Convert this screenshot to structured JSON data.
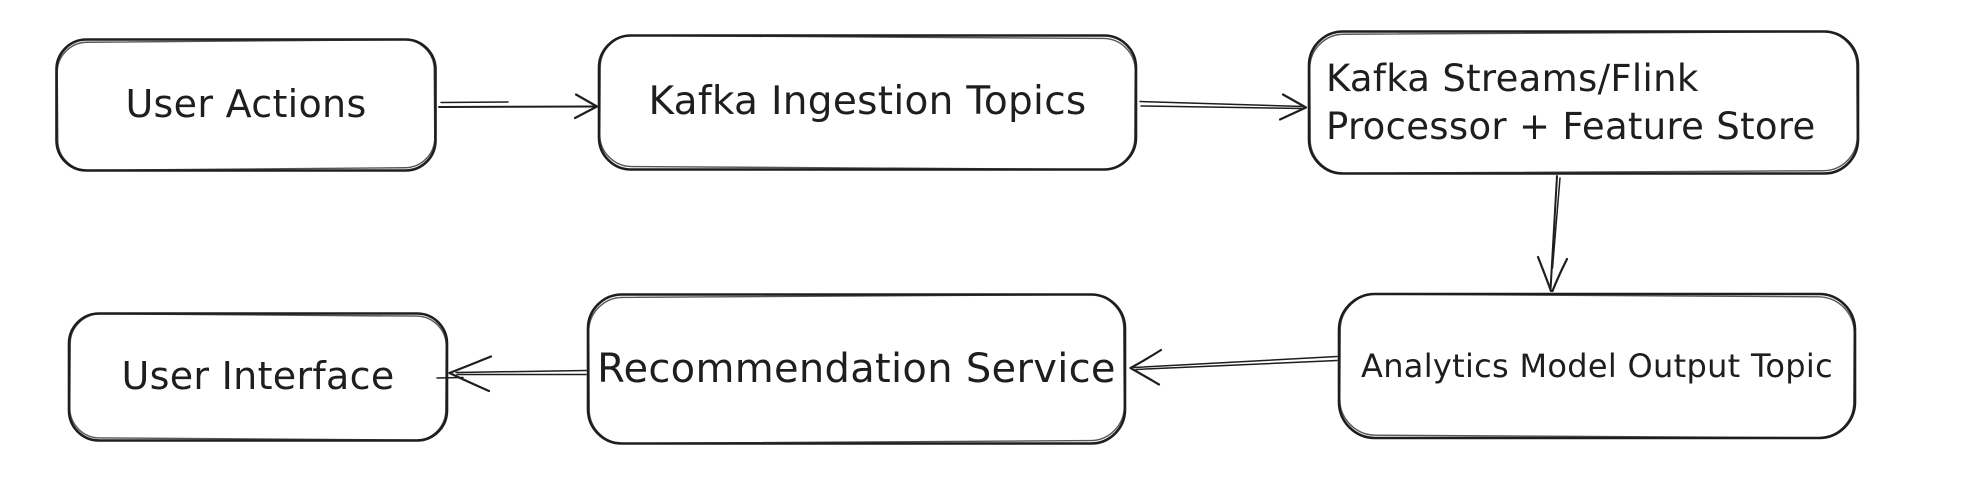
{
  "diagram": {
    "colors": {
      "stroke": "#1e1e1e",
      "background": "#ffffff",
      "text": "#1e1e1e"
    },
    "style": "hand-drawn-sketch",
    "nodes": [
      {
        "id": "user-actions",
        "label": "User Actions"
      },
      {
        "id": "kafka-ingestion-topics",
        "label": "Kafka Ingestion Topics"
      },
      {
        "id": "kafka-streams-flink-processor-feature-store",
        "label": "Kafka Streams/Flink Processor + Feature Store",
        "lines": [
          "Kafka Streams/Flink",
          "Processor + Feature Store"
        ]
      },
      {
        "id": "analytics-model-output-topic",
        "label": "Analytics Model Output Topic"
      },
      {
        "id": "recommendation-service",
        "label": "Recommendation Service"
      },
      {
        "id": "user-interface",
        "label": "User Interface"
      }
    ],
    "edges": [
      {
        "from": "user-actions",
        "to": "kafka-ingestion-topics",
        "direction": "right"
      },
      {
        "from": "kafka-ingestion-topics",
        "to": "kafka-streams-flink-processor-feature-store",
        "direction": "right"
      },
      {
        "from": "kafka-streams-flink-processor-feature-store",
        "to": "analytics-model-output-topic",
        "direction": "down"
      },
      {
        "from": "analytics-model-output-topic",
        "to": "recommendation-service",
        "direction": "left"
      },
      {
        "from": "recommendation-service",
        "to": "user-interface",
        "direction": "left"
      }
    ]
  }
}
